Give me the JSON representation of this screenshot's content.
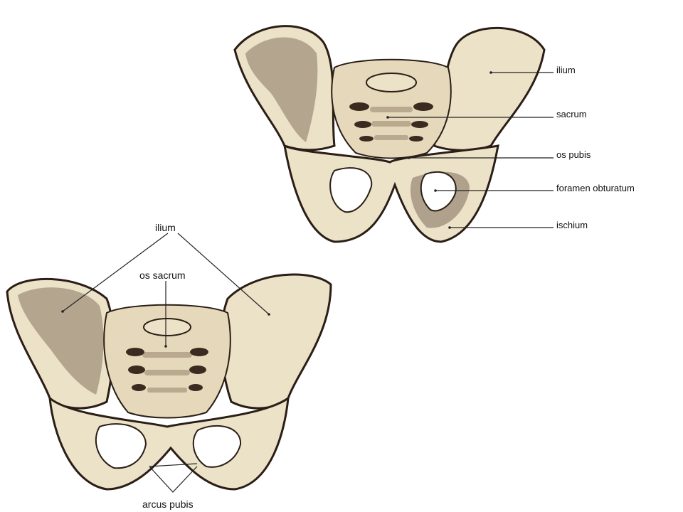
{
  "figures": {
    "top_pelvis": {
      "labels": {
        "ilium": "ilium",
        "sacrum": "sacrum",
        "os_pubis": "os pubis",
        "foramen_obturatum": "foramen obturatum",
        "ischium": "ischium"
      }
    },
    "bottom_pelvis": {
      "labels": {
        "ilium": "ilium",
        "os_sacrum": "os sacrum",
        "arcus_pubis": "arcus pubis"
      }
    }
  },
  "colors": {
    "bone_light": "#ece2c8",
    "bone_shadow": "#a99a84",
    "bone_dark": "#3a2a20",
    "outline": "#2a1e16",
    "leader": "#222222"
  }
}
